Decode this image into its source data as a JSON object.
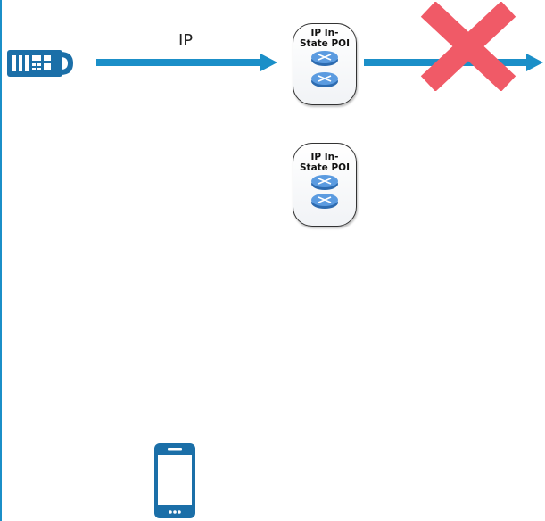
{
  "diagram": {
    "link_label": "IP",
    "poi_nodes": [
      {
        "label_line1": "IP In-",
        "label_line2": "State POI"
      },
      {
        "label_line1": "IP In-",
        "label_line2": "State POI"
      }
    ]
  },
  "colors": {
    "arrow": "#1b8fc8",
    "blocked_x": "#f05a67",
    "device": "#1b6fa8",
    "router": "#3d7fc6"
  },
  "icons": {
    "desk_phone": "desk-phone-icon",
    "mobile": "mobile-phone-icon",
    "blocked": "blocked-x-icon",
    "router": "router-icon"
  }
}
